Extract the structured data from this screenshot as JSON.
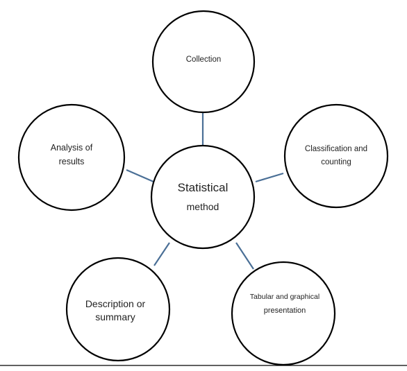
{
  "diagram": {
    "center": {
      "line1": "Statistical",
      "line2": "method"
    },
    "collection": {
      "line1": "Collection"
    },
    "classification": {
      "line1": "Classification and",
      "line2": "counting"
    },
    "tabular": {
      "line1": "Tabular and graphical",
      "line2": "presentation"
    },
    "description": {
      "line1": "Description or",
      "line2": "summary"
    },
    "analysis": {
      "line1": "Analysis of",
      "line2": "results"
    }
  },
  "colors": {
    "connector": "#4a6f96",
    "outline": "#000000",
    "text": "#222222"
  }
}
